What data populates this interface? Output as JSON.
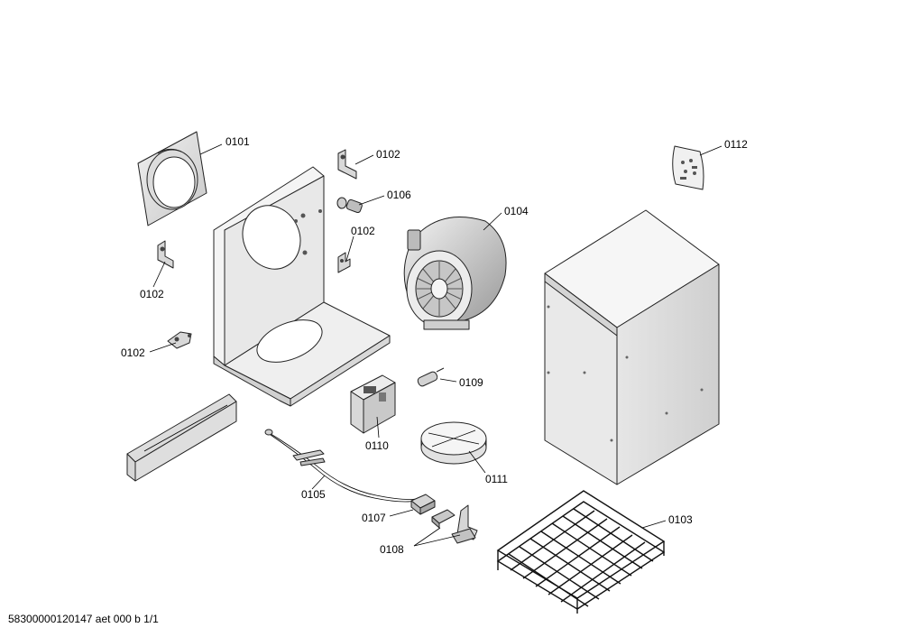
{
  "labels": {
    "p0101": "0101",
    "p0102a": "0102",
    "p0102b": "0102",
    "p0102c": "0102",
    "p0102d": "0102",
    "p0103": "0103",
    "p0104": "0104",
    "p0105": "0105",
    "p0106": "0106",
    "p0107": "0107",
    "p0108": "0108",
    "p0109": "0109",
    "p0110": "0110",
    "p0111": "0111",
    "p0112": "0112"
  },
  "footer": "58300000120147 aet 000 b 1/1"
}
